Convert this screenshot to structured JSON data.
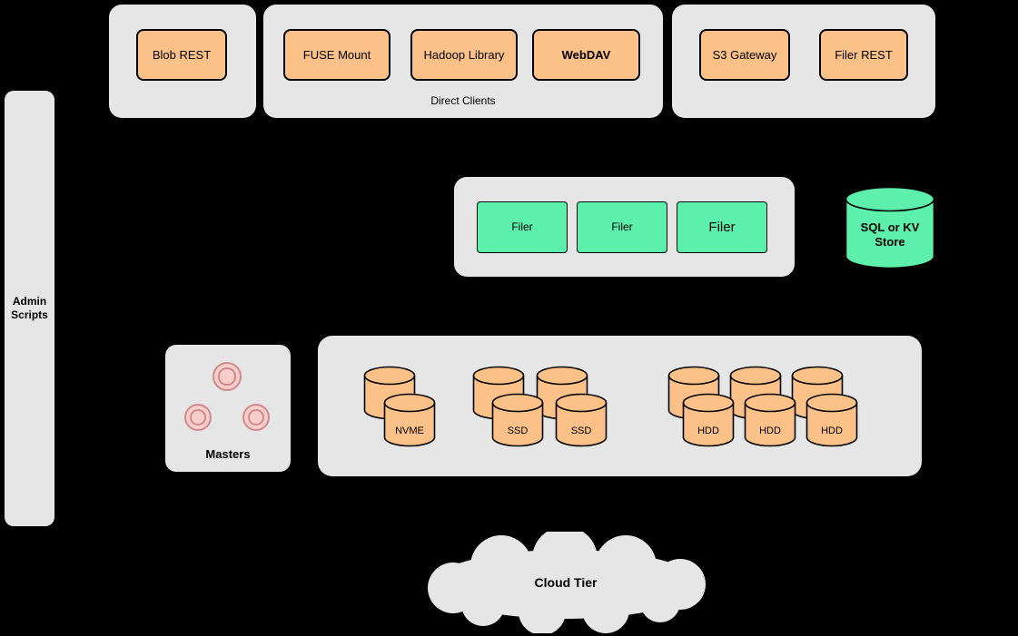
{
  "colors": {
    "background": "#000000",
    "panel": "#e6e6e6",
    "node_orange": "#fcc089",
    "node_green": "#5df0ad",
    "node_pink": "#f8cecc",
    "pink_stroke": "#cf8b8b",
    "stroke": "#000000"
  },
  "client_panels": {
    "blob": {
      "nodes": [
        "Blob REST"
      ]
    },
    "direct_clients": {
      "caption": "Direct Clients",
      "nodes": [
        "FUSE Mount",
        "Hadoop Library",
        "WebDAV"
      ]
    },
    "gateways": {
      "nodes": [
        "S3 Gateway",
        "Filer REST"
      ]
    }
  },
  "admin_panel": {
    "label": "Admin Scripts"
  },
  "filer_panel": {
    "nodes": [
      "Filer",
      "Filer",
      "Filer"
    ]
  },
  "metadata_store": {
    "label": "SQL or KV Store"
  },
  "masters_panel": {
    "label": "Masters"
  },
  "storage_panel": {
    "nvme_labels": [
      "NVME"
    ],
    "ssd_labels": [
      "SSD",
      "SSD"
    ],
    "hdd_labels": [
      "HDD",
      "HDD",
      "HDD"
    ]
  },
  "cloud": {
    "label": "Cloud Tier"
  }
}
